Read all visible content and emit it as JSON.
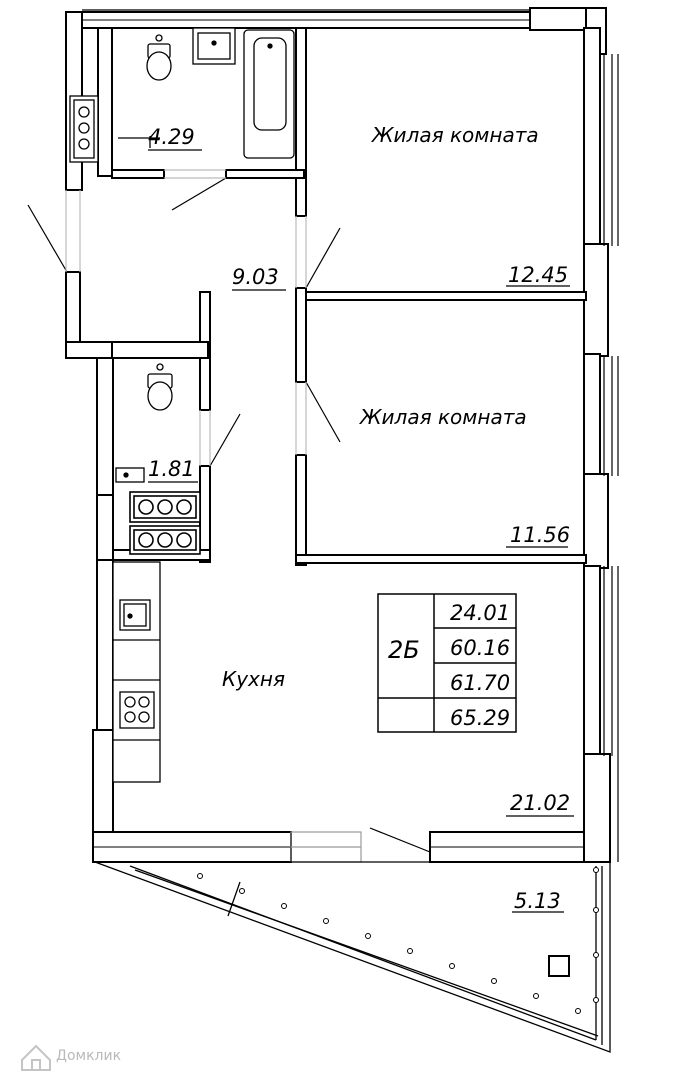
{
  "rooms": {
    "living_room_1": {
      "name": "Жилая комната",
      "area": "12.45"
    },
    "living_room_2": {
      "name": "Жилая комната",
      "area": "11.56"
    },
    "kitchen": {
      "name": "Кухня",
      "area": "21.02"
    },
    "hall": {
      "area": "9.03"
    },
    "bathroom": {
      "area": "4.29"
    },
    "toilet": {
      "area": "1.81"
    },
    "balcony": {
      "area": "5.13"
    }
  },
  "summary_table": {
    "apartment_type": "2Б",
    "values": [
      "24.01",
      "60.16",
      "61.70",
      "65.29"
    ]
  },
  "watermark": {
    "text": "Домклик",
    "icon": "domclick-logo-icon"
  }
}
